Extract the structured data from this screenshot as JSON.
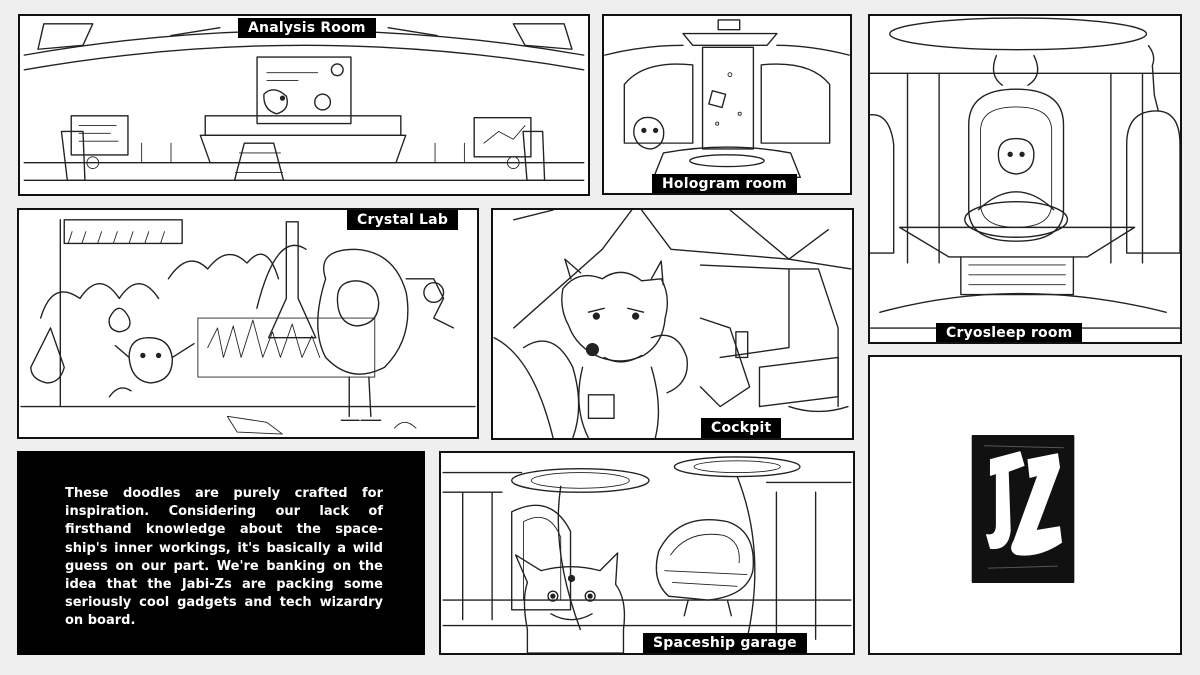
{
  "panels": {
    "analysis": {
      "label": "Analysis Room"
    },
    "hologram": {
      "label": "Hologram room"
    },
    "cryo": {
      "label": "Cryosleep room"
    },
    "crystal": {
      "label": "Crystal Lab"
    },
    "cockpit": {
      "label": "Cockpit"
    },
    "garage": {
      "label": "Spaceship garage"
    }
  },
  "description": "These doodles are purely crafted for inspiration. Considering our lack of firsthand knowledge about the space-ship's inner workings, it's basically a wild guess on our part. We're banking on the idea that the Jabi-Zs are packing some seriously cool gadgets and tech wizardry on board.",
  "logo": {
    "icon": "jz-monogram-icon",
    "text": "JZ"
  },
  "colors": {
    "background": "#efefef",
    "ink": "#111111",
    "paper": "#ffffff"
  }
}
